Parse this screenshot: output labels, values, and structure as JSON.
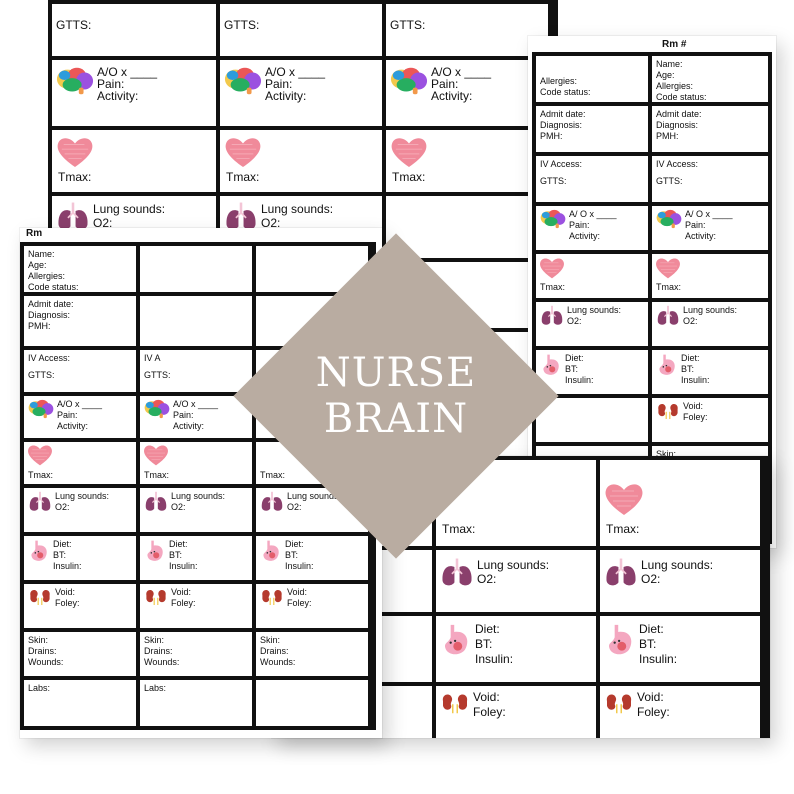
{
  "title": {
    "line1": "NURSE",
    "line2": "BRAIN"
  },
  "room_label": "Rm #",
  "room_label_partial": "Rm",
  "labels": {
    "gtts": "GTTS:",
    "ao": "A/O x ____",
    "ao_spaced": "A/ O x ____",
    "pain": "Pain:",
    "activity": "Activity:",
    "tmax": "Tmax:",
    "lung": "Lung sounds:",
    "o2": "O2:",
    "diet": "Diet:",
    "bt": "BT:",
    "insulin": "Insulin:",
    "void": "Void:",
    "foley": "Foley:",
    "skin": "Skin:",
    "drains": "Drains:",
    "wounds": "Wounds:",
    "labs": "Labs:",
    "name": "Name:",
    "age": "Age:",
    "allergies": "Allergies:",
    "code": "Code status:",
    "admit": "Admit date:",
    "diagnosis": "Diagnosis:",
    "pmh": "PMH:",
    "iv": "IV Access:",
    "ivpartial": "IV A"
  },
  "icons": [
    "brain-icon",
    "heart-icon",
    "lungs-icon",
    "stomach-icon",
    "kidney-icon",
    "iv-bag-icon"
  ],
  "colors": {
    "diamond": "#b9aca1",
    "grid": "#111111",
    "heart": "#f08a9a",
    "lungs": "#8a3f6c",
    "stomach": "#f4a7c0",
    "kidney": "#b53a2d"
  }
}
